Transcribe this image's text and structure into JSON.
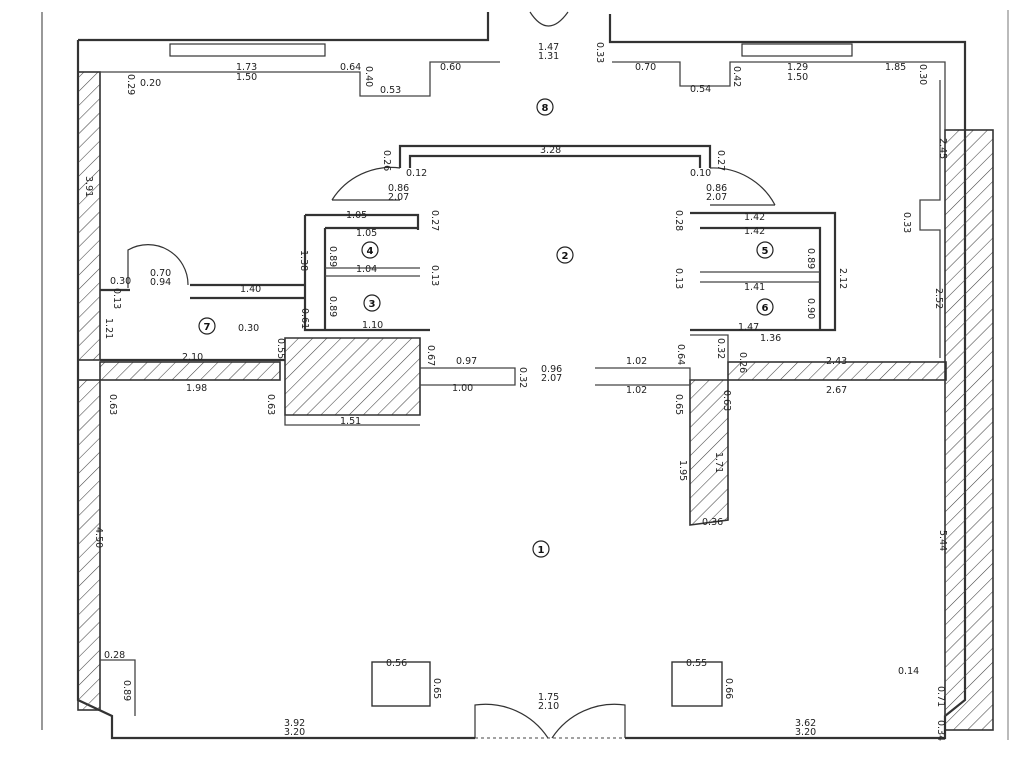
{
  "rooms": {
    "r1": "1",
    "r2": "2",
    "r3": "3",
    "r4": "4",
    "r5": "5",
    "r6": "6",
    "r7": "7",
    "r8": "8"
  },
  "dims": {
    "top_left_1": "1.73",
    "top_left_2": "1.50",
    "top_left_3": "0.29",
    "top_left_4": "0.20",
    "top_left_5": "0.64",
    "top_left_6": "0.40",
    "top_left_7": "0.53",
    "top_left_8": "0.60",
    "top_center_1": "1.47",
    "top_center_2": "1.31",
    "top_right_1": "0.33",
    "top_right_2": "0.70",
    "top_right_3": "0.42",
    "top_right_4": "0.54",
    "top_right_5": "1.29",
    "top_right_6": "1.50",
    "top_right_7": "1.85",
    "top_right_8": "0.30",
    "corr_top": "3.28",
    "corr_l1": "0.26",
    "corr_l2": "0.12",
    "corr_r1": "0.27",
    "corr_r2": "0.10",
    "door_l1": "0.86",
    "door_l2": "2.07",
    "door_r1": "0.86",
    "door_r2": "2.07",
    "left_3_91": "3.91",
    "r4_top": "1.05",
    "r4_top2": "1.05",
    "r4_027": "0.27",
    "r4_089": "0.89",
    "r4_138": "1.38",
    "r4_104": "1.04",
    "r4_013": "0.13",
    "r3_089": "0.89",
    "r3_061": "0.61",
    "r3_110": "1.10",
    "r3_030": "0.30",
    "r5_142": "1.42",
    "r5_142b": "1.42",
    "r5_028": "0.28",
    "r5_089": "0.89",
    "r5_212": "2.12",
    "r6_013": "0.13",
    "r6_141": "1.41",
    "r6_090": "0.90",
    "r6_147": "1.47",
    "r6_136": "1.36",
    "r7_030": "0.30",
    "r7_070": "0.70",
    "r7_094": "0.94",
    "r7_013": "0.13",
    "r7_140": "1.40",
    "r7_121": "1.21",
    "r7_210": "2.10",
    "r7_055": "0.55",
    "mid_067": "0.67",
    "mid_097": "0.97",
    "mid_032": "0.32",
    "mid_096": "0.96",
    "mid_207": "2.07",
    "mid_100": "1.00",
    "mid_198": "1.98",
    "mid_063": "0.63",
    "mid_063b": "0.63",
    "mid_151": "1.51",
    "mid_r102": "1.02",
    "mid_r102b": "1.02",
    "mid_r064": "0.64",
    "mid_r032": "0.32",
    "mid_r026": "0.26",
    "mid_r243": "2.43",
    "mid_r267": "2.67",
    "mid_r065": "0.65",
    "mid_r063": "0.63",
    "right_245": "2.45",
    "right_033": "0.33",
    "right_252": "2.52",
    "right_544": "5.44",
    "r1_450": "4.50",
    "r1_195": "1.95",
    "r1_171": "1.71",
    "r1_036": "0.36",
    "r1_028": "0.28",
    "r1_089": "0.89",
    "r1_056": "0.56",
    "r1_065": "0.65",
    "r1_055": "0.55",
    "r1_066": "0.66",
    "r1_175": "1.75",
    "r1_210": "2.10",
    "bot_l1": "3.92",
    "bot_l2": "3.20",
    "bot_r1": "3.62",
    "bot_r2": "3.20",
    "bot_014": "0.14",
    "bot_071": "0.71",
    "bot_034": "0.34"
  }
}
